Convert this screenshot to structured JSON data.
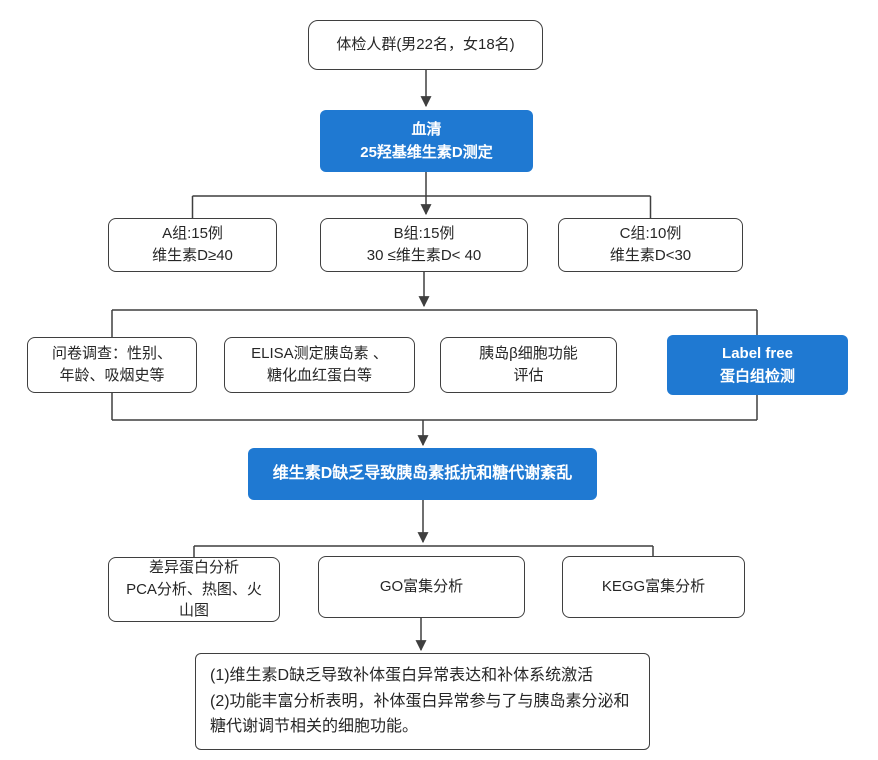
{
  "diagram": {
    "background": "#ffffff",
    "colors": {
      "accent_blue": "#1f79d2",
      "line": "#3f3f3f",
      "box_border": "#3f3f3f",
      "box_text": "#262626",
      "accent_text": "#ffffff"
    },
    "nodes": {
      "population": {
        "text": "体检人群(男22名，女18名)",
        "type": "plain"
      },
      "serum": {
        "text": "血清\n25羟基维生素D测定",
        "type": "accent"
      },
      "group_a": {
        "text": "A组:15例\n维生素D≥40",
        "type": "plain"
      },
      "group_b": {
        "text": "B组:15例\n30 ≤维生素D< 40",
        "type": "plain"
      },
      "group_c": {
        "text": "C组:10例\n维生素D<30",
        "type": "plain"
      },
      "questionnaire": {
        "text": "问卷调查：性别、\n年龄、吸烟史等",
        "type": "plain"
      },
      "elisa": {
        "text": "ELISA测定胰岛素 、\n糖化血红蛋白等",
        "type": "plain"
      },
      "beta_cell": {
        "text": "胰岛β细胞功能\n评估",
        "type": "plain"
      },
      "label_free": {
        "text": "Label free\n蛋白组检测",
        "type": "accent"
      },
      "mid_conclusion": {
        "text": "维生素D缺乏导致胰岛素抵抗和糖代谢紊乱",
        "type": "accent"
      },
      "diff_protein": {
        "text": "差异蛋白分析\nPCA分析、热图、火\n山图",
        "type": "plain"
      },
      "go_enrich": {
        "text": "GO富集分析",
        "type": "plain"
      },
      "kegg_enrich": {
        "text": "KEGG富集分析",
        "type": "plain"
      },
      "final_conclusion": {
        "text": "(1)维生素D缺乏导致补体蛋白异常表达和补体系统激活\n(2)功能丰富分析表明，补体蛋白异常参与了与胰岛素分泌和糖代谢调节相关的细胞功能。",
        "type": "plain"
      }
    },
    "edges": [
      {
        "from": "population",
        "to": "serum",
        "arrow": true
      },
      {
        "from": "serum",
        "to": "group_a",
        "arrow": false
      },
      {
        "from": "serum",
        "to": "group_b",
        "arrow": true
      },
      {
        "from": "serum",
        "to": "group_c",
        "arrow": false
      },
      {
        "from": "group_b",
        "to": "questionnaire",
        "arrow": false
      },
      {
        "from": "group_b",
        "to": "elisa",
        "arrow": false
      },
      {
        "from": "group_b",
        "to": "beta_cell",
        "arrow": false
      },
      {
        "from": "group_b",
        "to": "label_free",
        "arrow": false
      },
      {
        "from": "questionnaire",
        "to": "mid_conclusion",
        "arrow": false
      },
      {
        "from": "label_free",
        "to": "mid_conclusion",
        "arrow": true
      },
      {
        "from": "mid_conclusion",
        "to": "diff_protein",
        "arrow": false
      },
      {
        "from": "mid_conclusion",
        "to": "go_enrich",
        "arrow": true
      },
      {
        "from": "mid_conclusion",
        "to": "kegg_enrich",
        "arrow": false
      },
      {
        "from": "go_enrich",
        "to": "final_conclusion",
        "arrow": true
      }
    ]
  }
}
